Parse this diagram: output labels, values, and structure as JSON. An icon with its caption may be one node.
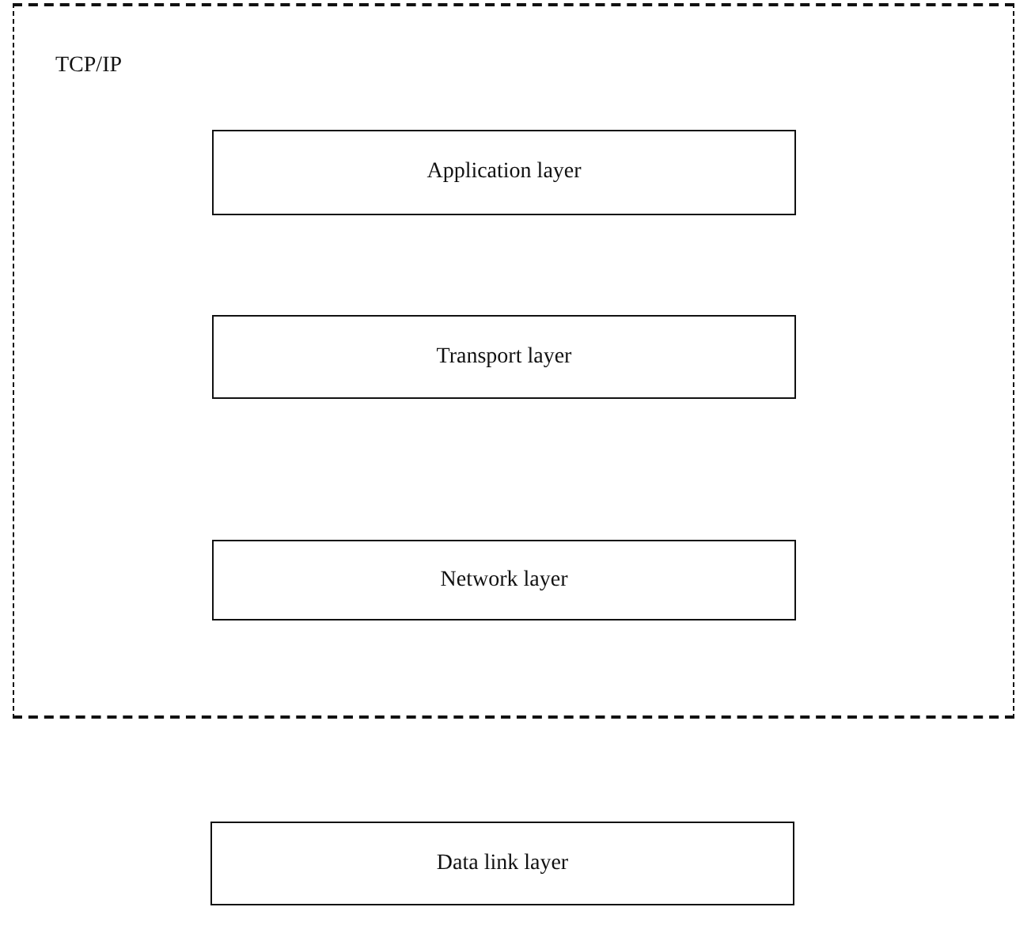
{
  "diagram": {
    "nodes": [
      {
        "text": [
          "TCP/IP"
        ]
      },
      {
        "text": [
          "Application layer"
        ],
        "in": 0
      },
      {
        "text": [
          "Transport layer"
        ],
        "in": 0
      },
      {
        "text": [
          "Network layer"
        ],
        "in": 0
      },
      {
        "text": [
          "Data link layer"
        ]
      }
    ]
  }
}
